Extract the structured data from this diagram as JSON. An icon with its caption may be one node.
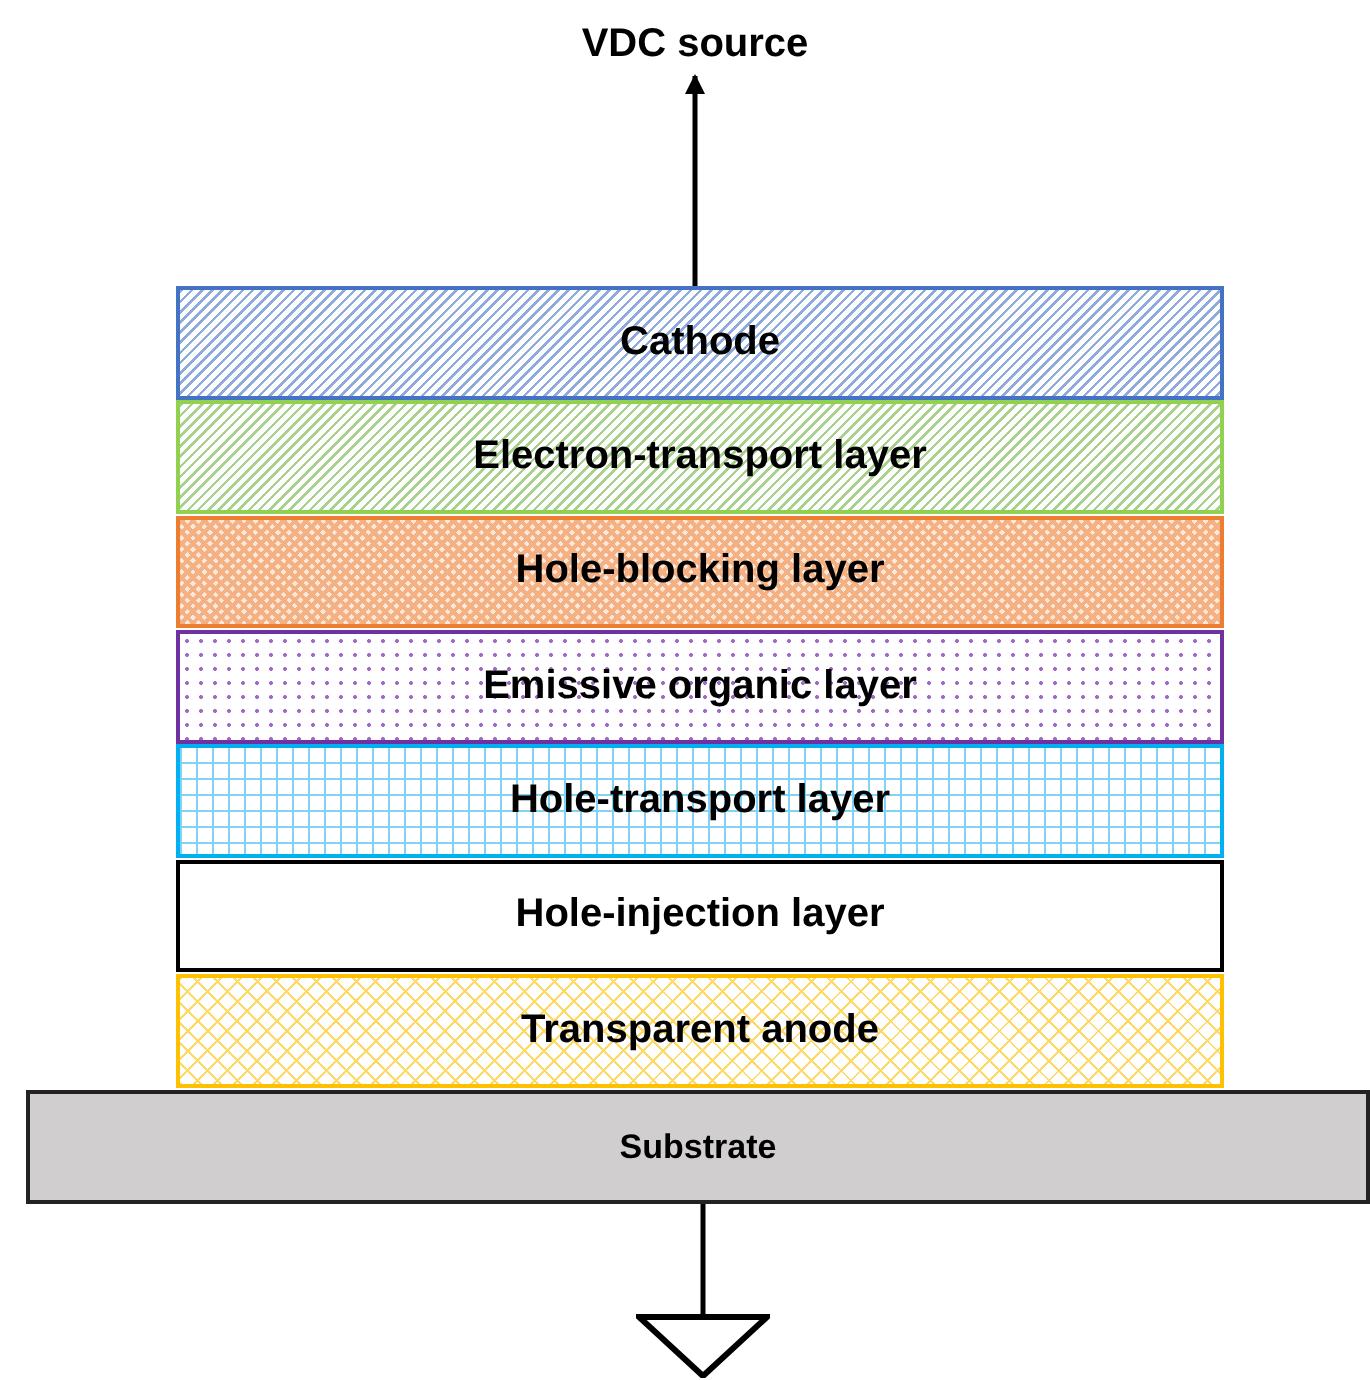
{
  "diagram": {
    "nodes": [
      {
        "text": [
          "VDC source"
        ]
      },
      {
        "text": [
          "Cathode"
        ]
      },
      {
        "text": [
          "Electron-transport layer"
        ]
      },
      {
        "text": [
          "Hole-blocking layer"
        ]
      },
      {
        "text": [
          "Emissive organic layer"
        ]
      },
      {
        "text": [
          "Hole-transport layer"
        ]
      },
      {
        "text": [
          "Hole-injection layer"
        ]
      },
      {
        "text": [
          "Transparent anode"
        ]
      },
      {
        "text": [
          "Substrate"
        ]
      },
      {
        "text": [],
        "shape": "triangle"
      }
    ],
    "edges": [
      {
        "from": 1,
        "to": 0,
        "arrow": "to"
      },
      {
        "from": 8,
        "to": 9,
        "arrow": "none"
      }
    ]
  }
}
